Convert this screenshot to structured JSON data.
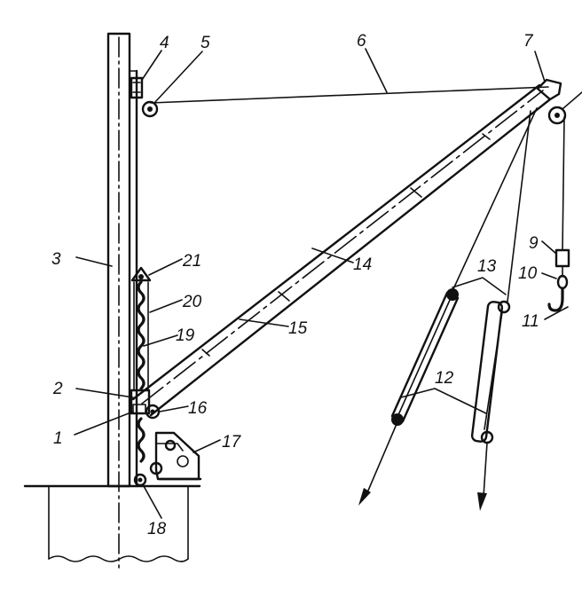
{
  "labels": {
    "l1": "1",
    "l2": "2",
    "l3": "3",
    "l4": "4",
    "l5": "5",
    "l6": "6",
    "l7": "7",
    "l9": "9",
    "l10": "10",
    "l11": "11",
    "l12": "12",
    "l13": "13",
    "l14": "14",
    "l15": "15",
    "l16": "16",
    "l17": "17",
    "l18": "18",
    "l19": "19",
    "l20": "20",
    "l21": "21"
  },
  "colors": {
    "ink": "#111111",
    "paper": "#ffffff"
  }
}
